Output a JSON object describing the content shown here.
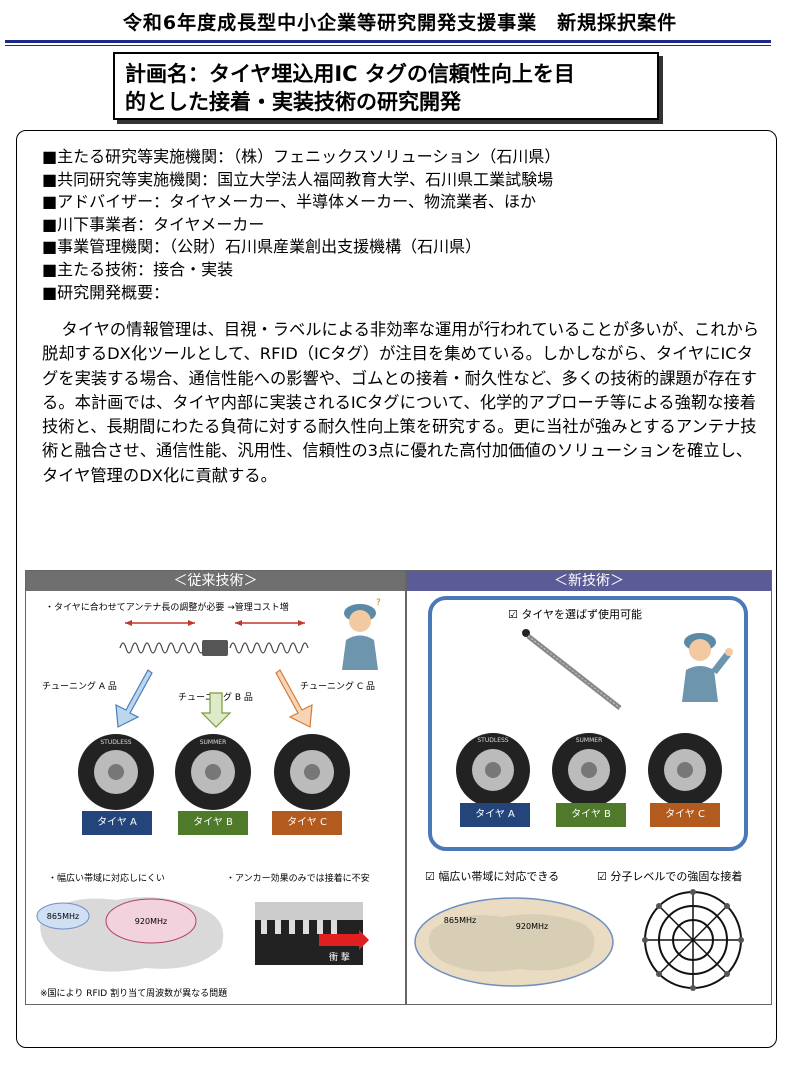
{
  "header": {
    "title": "令和6年度成長型中小企業等研究開発支援事業　新規採択案件"
  },
  "plan": {
    "line1": "計画名：タイヤ埋込用IC タグの信頼性向上を目",
    "line2": "的とした接着・実装技術の研究開発"
  },
  "info": [
    "■主たる研究等実施機関：（株）フェニックスソリューション（石川県）",
    "■共同研究等実施機関：国立大学法人福岡教育大学、石川県工業試験場",
    "■アドバイザー：タイヤメーカー、半導体メーカー、物流業者、ほか",
    "■川下事業者：タイヤメーカー",
    "■事業管理機関：（公財）石川県産業創出支援機構（石川県）",
    "■主たる技術：接合・実装",
    "■研究開発概要："
  ],
  "overview": "タイヤの情報管理は、目視・ラベルによる非効率な運用が行われていることが多いが、これから脱却するDX化ツールとして、RFID（ICタグ）が注目を集めている。しかしながら、タイヤにICタグを実装する場合、通信性能への影響や、ゴムとの接着・耐久性など、多くの技術的課題が存在する。本計画では、タイヤ内部に実装されるICタグについて、化学的アプローチ等による強靭な接着技術と、長期間にわたる負荷に対する耐久性向上策を研究する。更に当社が強みとするアンテナ技術と融合させ、通信性能、汎用性、信頼性の3点に優れた高付加価値のソリューションを確立し、タイヤ管理のDX化に貢献する。",
  "figure": {
    "left": {
      "title": "＜従来技術＞",
      "note_top": "・タイヤに合わせてアンテナ長の調整が必要 →管理コスト増",
      "tuning_a": "チューニング A 品",
      "tuning_b": "チューニング B 品",
      "tuning_c": "チューニング C 品",
      "tire_text_1": "STUDLESS",
      "tire_text_2": "SUMMER",
      "tag_a": "タイヤ A",
      "tag_b": "タイヤ B",
      "tag_c": "タイヤ C",
      "note_band": "・幅広い帯域に対応しにくい",
      "note_anchor": "・アンカー効果のみでは接着に不安",
      "freq_1": "865MHz",
      "freq_2": "920MHz",
      "impact": "衝 撃",
      "note_bottom": "※国により RFID 割り当て周波数が異なる問題"
    },
    "right": {
      "title": "＜新技術＞",
      "check_top": "☑ タイヤを選ばず使用可能",
      "tire_text_1": "STUDLESS",
      "tire_text_2": "SUMMER",
      "tag_a": "タイヤ A",
      "tag_b": "タイヤ B",
      "tag_c": "タイヤ C",
      "check_band": "☑ 幅広い帯域に対応できる",
      "check_bond": "☑ 分子レベルでの強固な接着",
      "freq_1": "865MHz",
      "freq_2": "920MHz"
    },
    "colors": {
      "left_header": "#6f6f6f",
      "right_header": "#5b5b97",
      "frame": "#4a78b8",
      "tag_a": "#23457b",
      "tag_b": "#4f7a2a",
      "tag_c": "#b35a1f"
    }
  }
}
